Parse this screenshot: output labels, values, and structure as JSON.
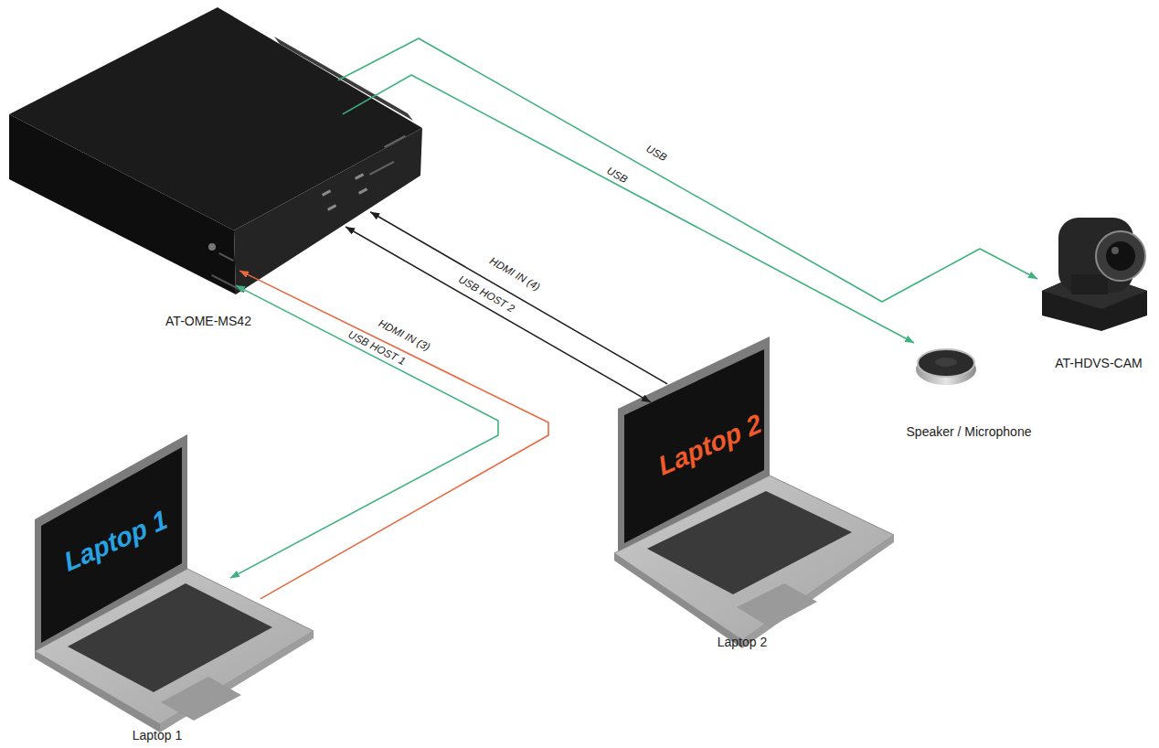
{
  "diagram": {
    "nodes": [
      {
        "text": [
          "AT-OME-MS42"
        ]
      },
      {
        "text": [
          "AT-HDVS-CAM"
        ]
      },
      {
        "text": [
          "Speaker / Microphone"
        ]
      },
      {
        "text": [
          "Laptop 2",
          "Laptop 2"
        ]
      },
      {
        "text": [
          "Laptop 1",
          "Laptop 1"
        ]
      }
    ],
    "edges": [
      {
        "from": 0,
        "to": 1,
        "arrow": "to",
        "label": "USB"
      },
      {
        "from": 0,
        "to": 2,
        "arrow": "to",
        "label": "USB"
      },
      {
        "from": 3,
        "to": 0,
        "arrow": "to",
        "label": "HDMI IN (4)"
      },
      {
        "from": 0,
        "to": 3,
        "arrow": "both",
        "label": "USB HOST 2"
      },
      {
        "from": 4,
        "to": 0,
        "arrow": "to",
        "label": "HDMI IN (3)"
      },
      {
        "from": 0,
        "to": 4,
        "arrow": "both",
        "label": "USB HOST 1"
      }
    ]
  }
}
